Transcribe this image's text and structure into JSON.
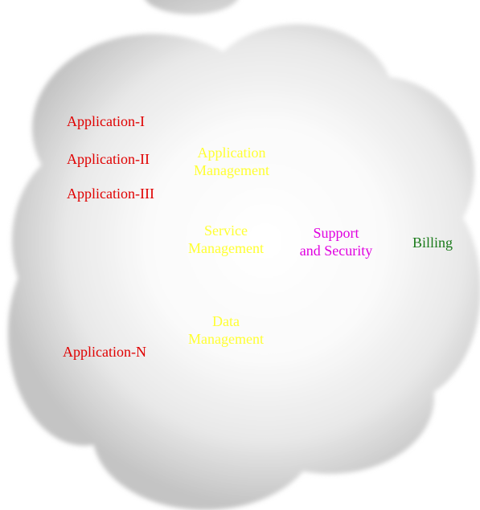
{
  "colors": {
    "application": "#e00000",
    "management": "#ffff33",
    "support": "#e000e0",
    "billing": "#1a7a1a",
    "cloud_center": "#ffffff",
    "cloud_edge": "#c4c4c4"
  },
  "applications": [
    "Application-I",
    "Application-II",
    "Application-III",
    "Application-N"
  ],
  "management": {
    "application": [
      "Application",
      "Management"
    ],
    "service": [
      "Service",
      "Management"
    ],
    "data": [
      "Data",
      "Management"
    ]
  },
  "support": [
    "Support",
    "and Security"
  ],
  "billing": "Billing"
}
